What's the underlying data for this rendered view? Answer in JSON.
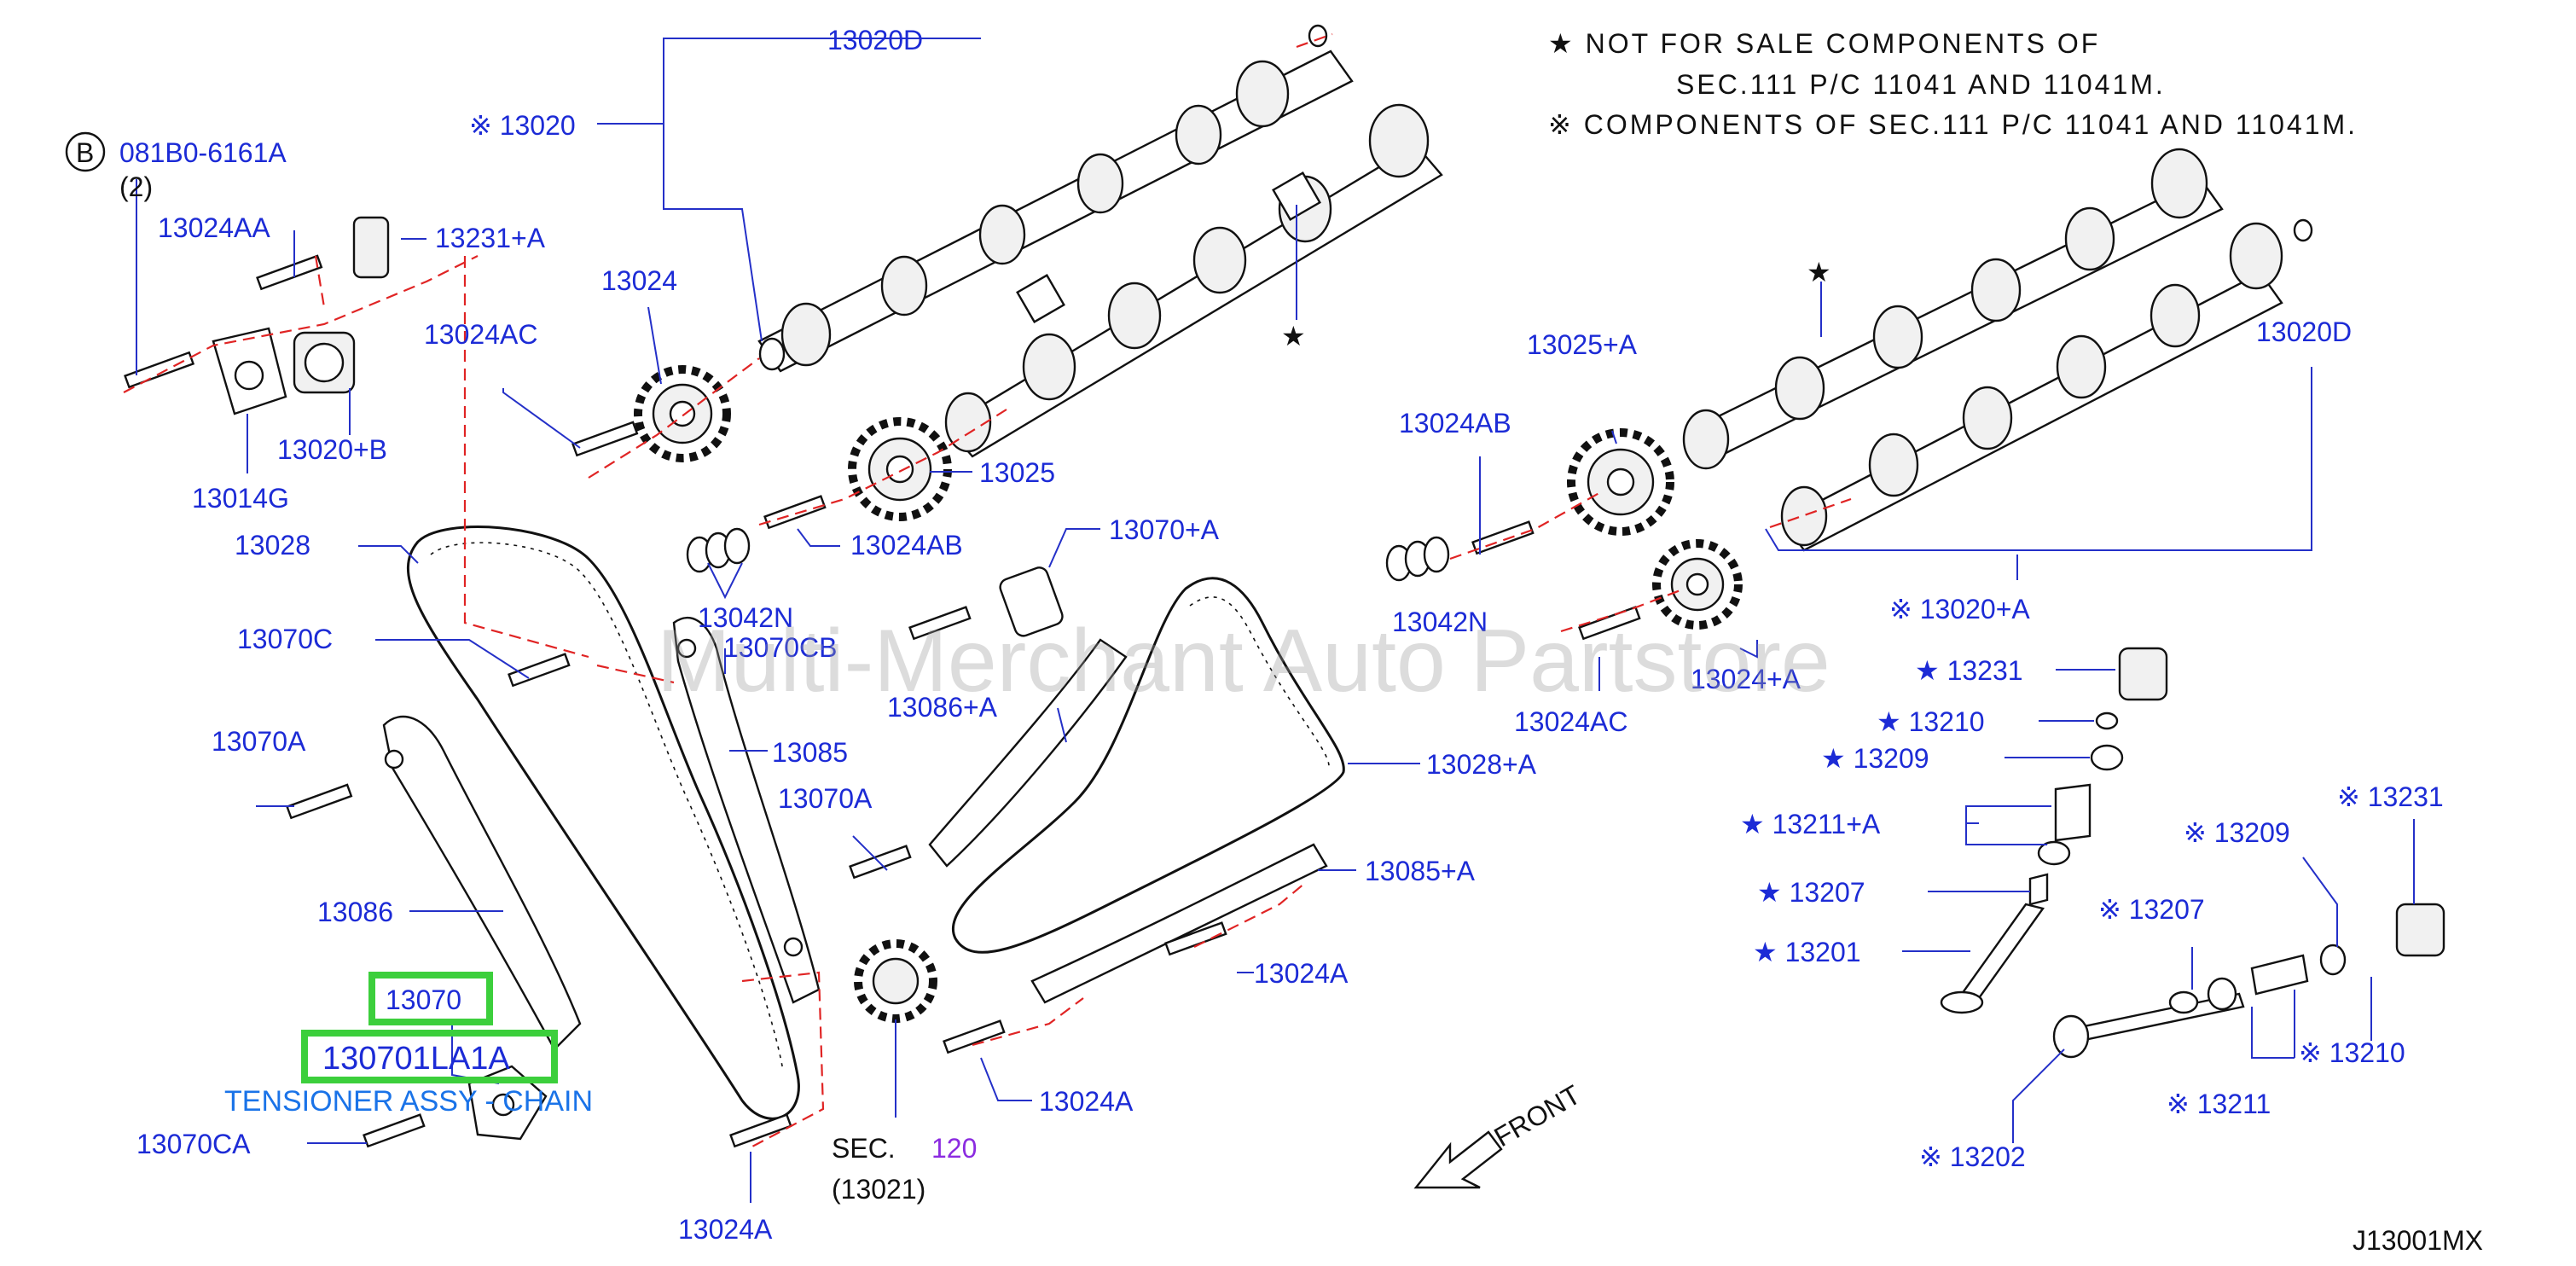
{
  "diagram_id": "J13001MX",
  "notes": {
    "line1": "★ NOT FOR SALE COMPONENTS OF",
    "line2": "SEC.111 P/C 11041 AND 11041M.",
    "line3": "※ COMPONENTS OF SEC.111 P/C 11041 AND 11041M."
  },
  "watermark": "Multi-Merchant Auto Partstore",
  "front_label": "FRONT",
  "circle_b": "B",
  "sec_ref": {
    "prefix": "SEC.",
    "number": "120",
    "sub": "(13021)"
  },
  "highlight": {
    "part": "13070",
    "part_number": "130701LA1A",
    "description": "TENSIONER ASSY - CHAIN"
  },
  "labels": {
    "p081b0": "081B0-6161A",
    "qty2": "(2)",
    "p13024AA": "13024AA",
    "p13231a": "13231+A",
    "p13024AC_l": "13024AC",
    "p13020b": "13020+B",
    "p13014G": "13014G",
    "p13024": "13024",
    "p13020": "※ 13020",
    "p13020D_t": "13020D",
    "p13025": "13025",
    "p13024AB_l": "13024AB",
    "p13028": "13028",
    "p13042N_l": "13042N",
    "p13070CB": "13070CB",
    "p13070C": "13070C",
    "p13070A_l": "13070A",
    "p13085": "13085",
    "p13086": "13086",
    "p13070CA": "13070CA",
    "p13024A_b": "13024A",
    "p13070a2": "13070+A",
    "p13086a": "13086+A",
    "p13070A_m": "13070A",
    "p13028a": "13028+A",
    "p13085a": "13085+A",
    "p13024A_m": "13024A",
    "p13024A_b2": "13024A",
    "p13025a": "13025+A",
    "p13024AB_r": "13024AB",
    "p13042N_r": "13042N",
    "p13024AC_r": "13024AC",
    "p13024a": "13024+A",
    "p13020D_r": "13020D",
    "p13020a": "※ 13020+A",
    "s13231": "★ 13231",
    "s13210": "★ 13210",
    "s13209": "★ 13209",
    "s13211a": "★ 13211+A",
    "s13207": "★ 13207",
    "s13201": "★ 13201",
    "k13231": "※ 13231",
    "k13209": "※ 13209",
    "k13207": "※ 13207",
    "k13210": "※ 13210",
    "k13211": "※ 13211",
    "k13202": "※ 13202",
    "star1": "★",
    "star2": "★"
  }
}
